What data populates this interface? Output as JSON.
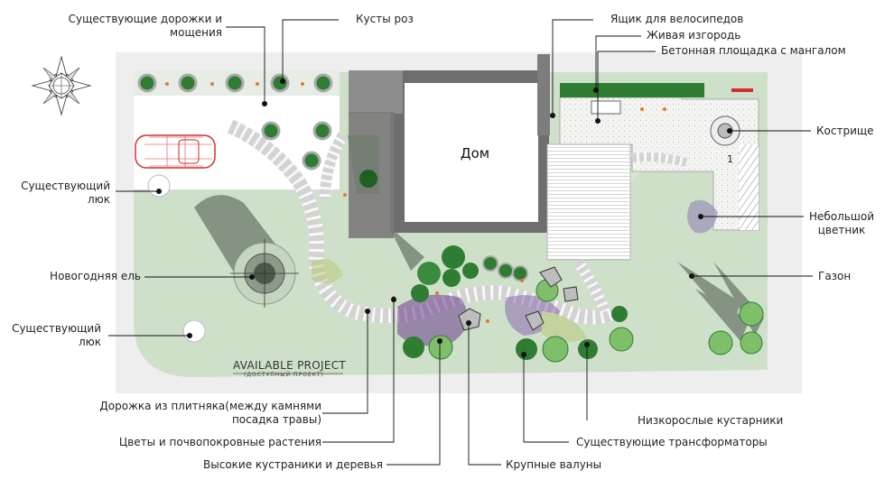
{
  "labels": {
    "existing_paths": "Существующие дорожки и\nмощения",
    "rose_bushes": "Кусты роз",
    "bike_box": "Ящик для велосипедов",
    "hedge": "Живая изгородь",
    "concrete_pad": "Бетонная площадка с мангалом",
    "fire_pit": "Кострище",
    "small_flowerbed": "Небольшой\nцветник",
    "lawn": "Газон",
    "manhole_1": "Существующий\nлюк",
    "fir_tree": "Новогодняя ель",
    "manhole_2": "Существующий\nлюк",
    "flagstone_path": "Дорожка из плитняка(между камнями\nпосадка травы)",
    "flowers_groundcover": "Цветы и почвопокровные растения",
    "tall_shrubs": "Высокие кустраники и деревья",
    "low_shrubs": "Низкорослые кустарники",
    "transformers": "Существующие трансформаторы",
    "boulders": "Крупные валуны"
  },
  "house": "Дом",
  "pad_number": "1",
  "brand": {
    "main": "AVAILABLE PROJECT",
    "sub": "(ДОСТУПНЫЙ ПРОЕКТ)"
  },
  "colors": {
    "lawn": "#c9dcc4",
    "lawn_light": "#d8e6d3",
    "house": "#6a6a6a",
    "shrub": "#2f7d32",
    "shrub_light": "#7fbf6a",
    "hedge": "#2e7d32",
    "paving": "#f2f2f0",
    "accent": "#e07a2a"
  }
}
